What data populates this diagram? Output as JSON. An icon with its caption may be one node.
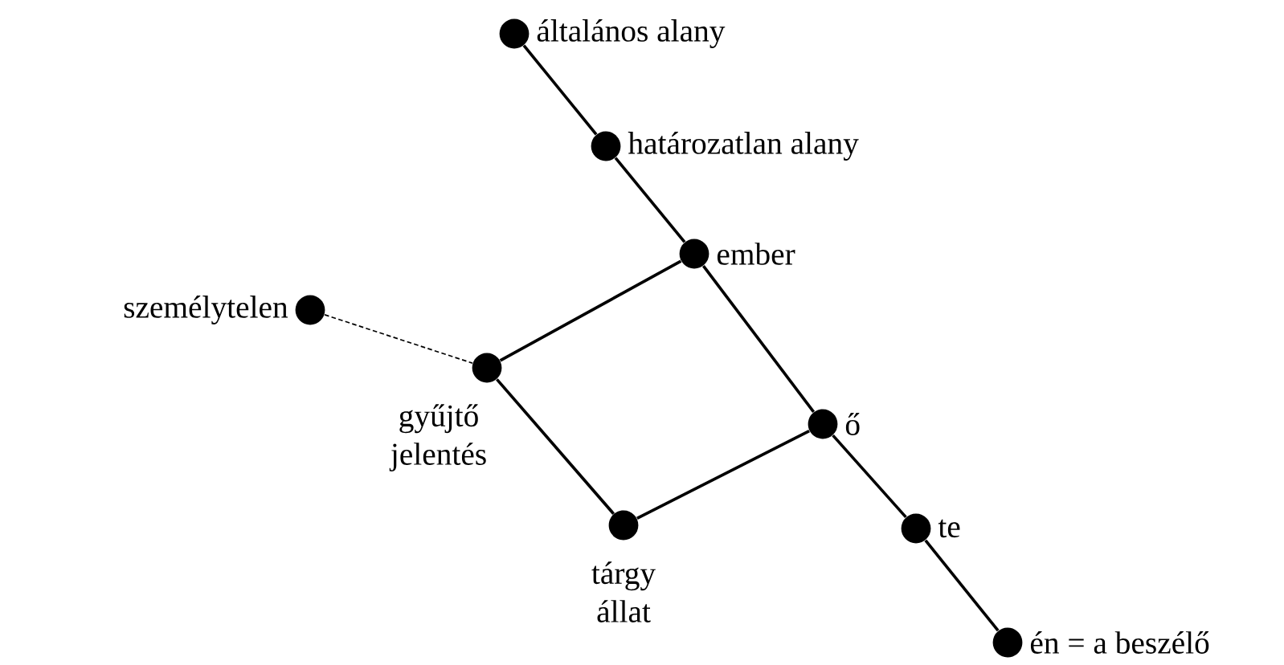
{
  "diagram": {
    "nodes": [
      {
        "text": [],
        "shape": "circle",
        "beside": [
          "általános alany"
        ]
      },
      {
        "text": [],
        "shape": "circle",
        "beside": [
          "határozatlan alany"
        ]
      },
      {
        "text": [],
        "shape": "circle",
        "beside": [
          "ember"
        ]
      },
      {
        "text": [],
        "shape": "circle",
        "beside": [
          "személytelen"
        ]
      },
      {
        "text": [],
        "shape": "circle",
        "beside": [
          "gyűjtő jelentés"
        ]
      },
      {
        "text": [],
        "shape": "circle",
        "beside": [
          "ő"
        ]
      },
      {
        "text": [],
        "shape": "circle",
        "beside": [
          "tárgy állat"
        ]
      },
      {
        "text": [],
        "shape": "circle",
        "beside": [
          "te"
        ]
      },
      {
        "text": [],
        "shape": "circle",
        "beside": [
          "én = a beszélő"
        ]
      }
    ],
    "edges": [
      {
        "from": 0,
        "to": 1,
        "arrow": "none"
      },
      {
        "from": 1,
        "to": 2,
        "arrow": "none"
      },
      {
        "from": 2,
        "to": 5,
        "arrow": "none"
      },
      {
        "from": 5,
        "to": 7,
        "arrow": "none"
      },
      {
        "from": 7,
        "to": 8,
        "arrow": "none"
      },
      {
        "from": 2,
        "to": 4,
        "arrow": "none"
      },
      {
        "from": 4,
        "to": 6,
        "arrow": "none"
      },
      {
        "from": 6,
        "to": 5,
        "arrow": "none"
      },
      {
        "from": 3,
        "to": 4,
        "arrow": "none",
        "style": "dashed"
      }
    ]
  }
}
